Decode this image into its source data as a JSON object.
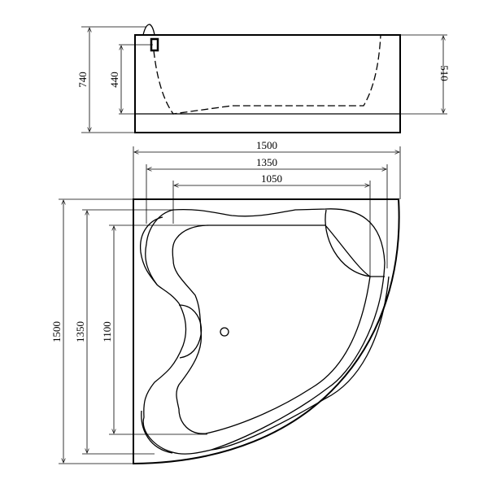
{
  "title": "Corner bathtub dimension drawing",
  "side_view": {
    "total_height": "740",
    "inner_depth": "440",
    "panel_height": "510"
  },
  "plan_view": {
    "width_outer": "1500",
    "width_rim": "1350",
    "width_inner": "1050",
    "depth_outer": "1500",
    "depth_rim": "1350",
    "depth_inner": "1100"
  },
  "colors": {
    "line": "#000000",
    "background": "#ffffff"
  }
}
